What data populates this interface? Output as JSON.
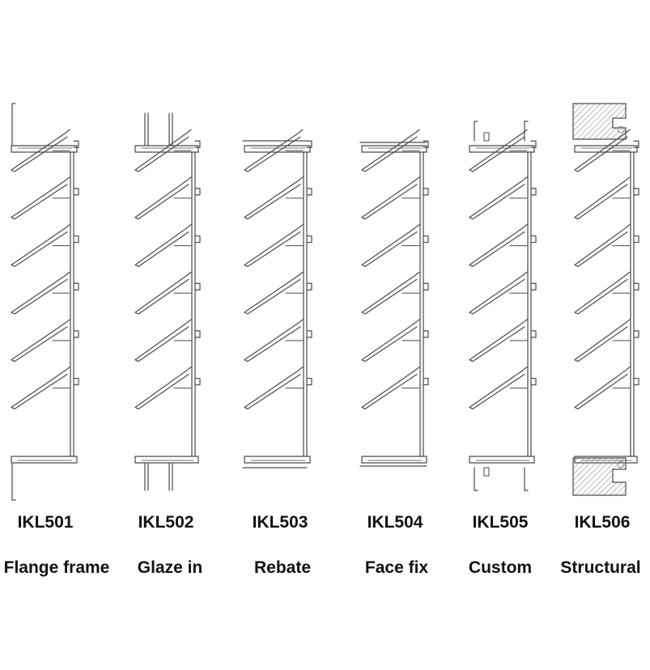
{
  "louvres": [
    {
      "code": "IKL501",
      "name": "Flange frame",
      "frame": "flange"
    },
    {
      "code": "IKL502",
      "name": "Glaze in",
      "frame": "glaze"
    },
    {
      "code": "IKL503",
      "name": "Rebate",
      "frame": "rebate"
    },
    {
      "code": "IKL504",
      "name": "Face fix",
      "frame": "face"
    },
    {
      "code": "IKL505",
      "name": "Custom",
      "frame": "custom"
    },
    {
      "code": "IKL506",
      "name": "Structural",
      "frame": "structural"
    }
  ],
  "blade_count": 6,
  "colors": {
    "line": "#4a4a4a",
    "text": "#111111",
    "hatch": "#8a8a8a"
  }
}
